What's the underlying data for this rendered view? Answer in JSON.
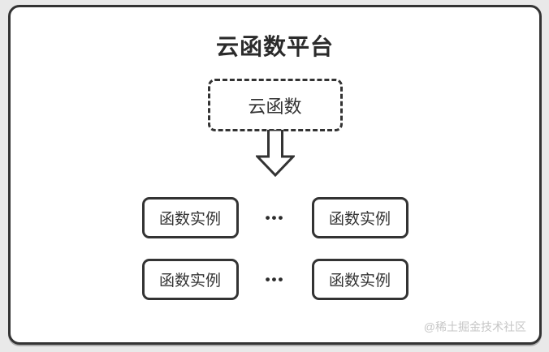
{
  "diagram": {
    "title": "云函数平台",
    "cloud_box": {
      "label": "云函数"
    },
    "instance_rows": [
      {
        "left": "函数实例",
        "ellipsis": "•••",
        "right": "函数实例"
      },
      {
        "left": "函数实例",
        "ellipsis": "•••",
        "right": "函数实例"
      }
    ],
    "watermark": "@稀土掘金技术社区"
  },
  "colors": {
    "outline": "#333333",
    "card_background": "#ffffff",
    "page_background": "#e9e9e9",
    "watermark_text": "#c6c6c6"
  }
}
